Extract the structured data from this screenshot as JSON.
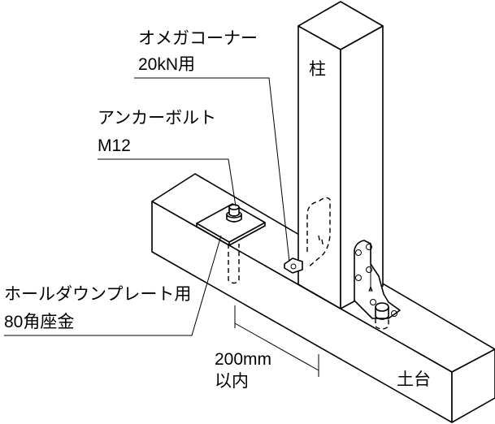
{
  "labels": {
    "omega_corner_line1": "オメガコーナー",
    "omega_corner_line2": "20kN用",
    "anchor_bolt_line1": "アンカーボルト",
    "anchor_bolt_line2": "M12",
    "washer_line1": "ホールダウンプレート用",
    "washer_line2": "80角座金",
    "dimension_line1": "200mm",
    "dimension_line2": "以内",
    "post": "柱",
    "sill": "土台"
  },
  "colors": {
    "line": "#000000",
    "background": "#ffffff"
  }
}
